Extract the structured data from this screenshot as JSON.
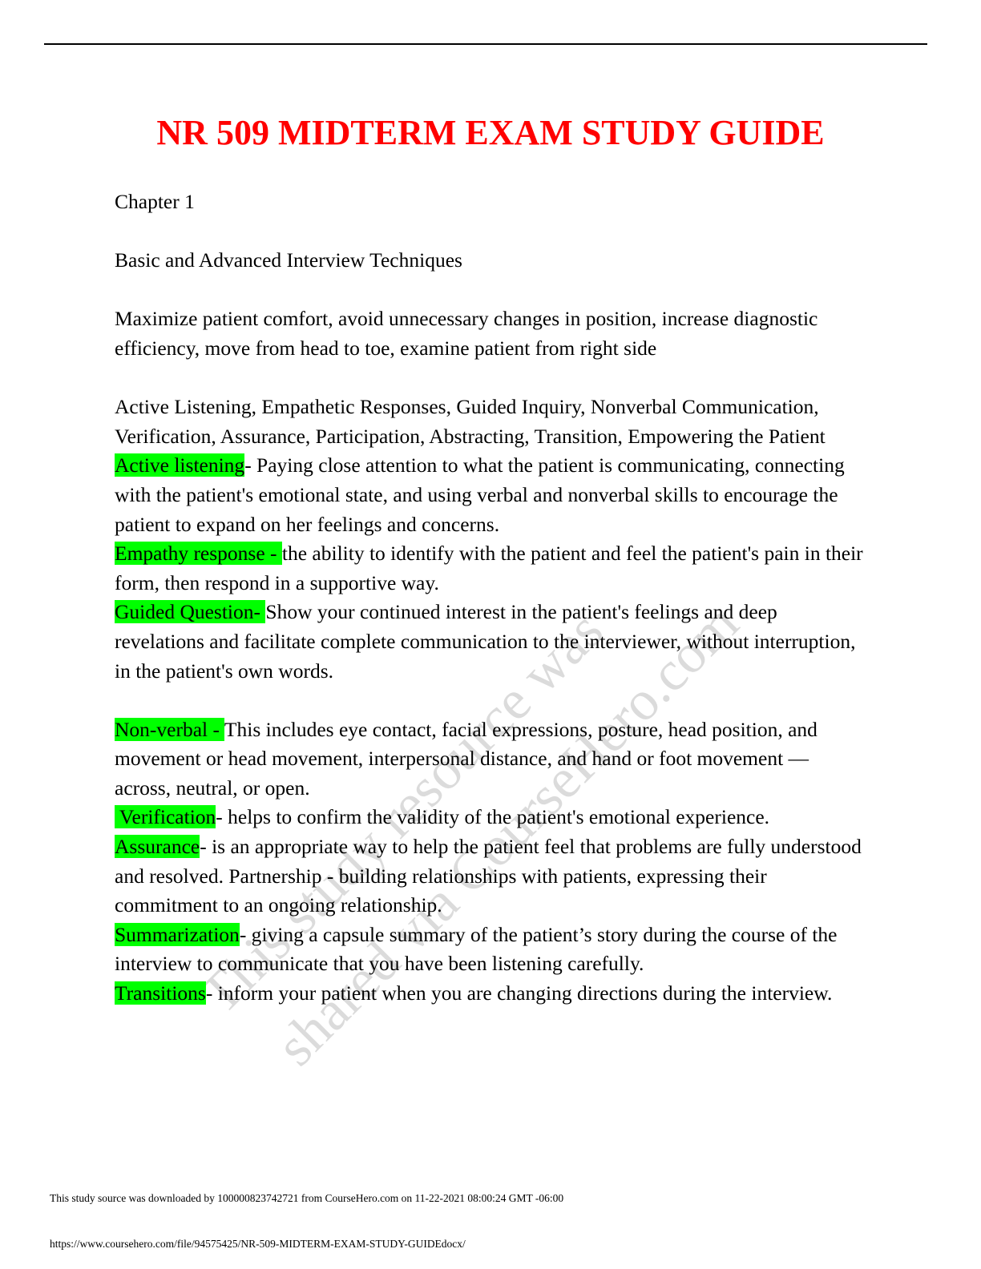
{
  "document": {
    "title": "NR 509 MIDTERM EXAM STUDY GUIDE",
    "chapter": "Chapter 1",
    "section_heading": "Basic and Advanced Interview Techniques",
    "intro_paragraph": "Maximize patient comfort, avoid unnecessary changes in position, increase diagnostic efficiency, move from head to toe, examine patient from right side",
    "techniques_list": "Active Listening, Empathetic Responses, Guided Inquiry, Nonverbal Communication, Verification, Assurance, Participation, Abstracting, Transition, Empowering the Patient",
    "terms": [
      {
        "term": "Active listening",
        "definition": "- Paying close attention to what the patient is communicating, connecting with the patient's emotional state, and using verbal and nonverbal skills to encourage the patient to expand on her feelings and concerns."
      },
      {
        "term": "Empathy response - ",
        "definition": "the ability to identify with the patient and feel the patient's pain in their form, then respond in a supportive way."
      },
      {
        "term": "Guided Question- ",
        "definition": "Show your continued interest in the patient's feelings and deep revelations and facilitate complete communication to the interviewer, without interruption, in the patient's own words."
      },
      {
        "term": "Non-verbal - ",
        "definition": "This includes eye contact, facial expressions, posture, head position, and movement or head movement, interpersonal distance, and hand or foot movement — across, neutral, or open."
      },
      {
        "term": " Verification",
        "definition": "- helps to confirm the validity of the patient's emotional experience."
      },
      {
        "term": "Assurance",
        "definition": "- is an appropriate way to help the patient feel that problems are fully understood and resolved. Partnership - building relationships with patients, expressing their commitment to an ongoing relationship."
      },
      {
        "term": "Summarization",
        "definition": "- giving a capsule summary of the patient’s story during the course of the interview to communicate that you have been listening carefully."
      },
      {
        "term": "Transitions",
        "definition": "- inform your patient when you are changing directions during the interview."
      }
    ],
    "highlight_color": "#00ff00",
    "title_color": "#ff0000"
  },
  "watermark": {
    "line1": "This study resource was",
    "line2": "shared via CourseHero.com"
  },
  "footer": {
    "download_notice": "This study source was downloaded by 100000823742721 from CourseHero.com on 11-22-2021 08:00:24 GMT -06:00",
    "url": "https://www.coursehero.com/file/94575425/NR-509-MIDTERM-EXAM-STUDY-GUIDEdocx/"
  }
}
